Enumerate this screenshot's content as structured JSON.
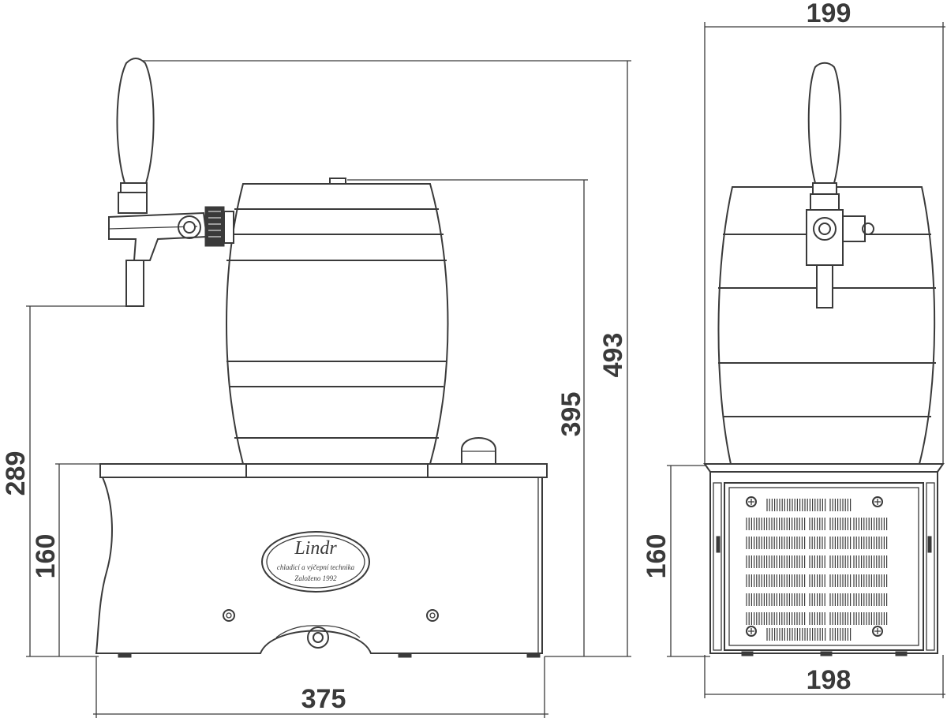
{
  "dimensions": {
    "side_total_height": "493",
    "side_keg_height": "395",
    "side_tap_height": "289",
    "side_base_height": "160",
    "side_width": "375",
    "front_top_width": "199",
    "front_bottom_width": "198",
    "front_base_height": "160"
  },
  "logo": {
    "brand": "Lindr",
    "line1": "chladicí a výčepní technika",
    "line2": "Založeno 1992"
  },
  "colors": {
    "line": "#3a3a3a",
    "background": "#ffffff"
  }
}
